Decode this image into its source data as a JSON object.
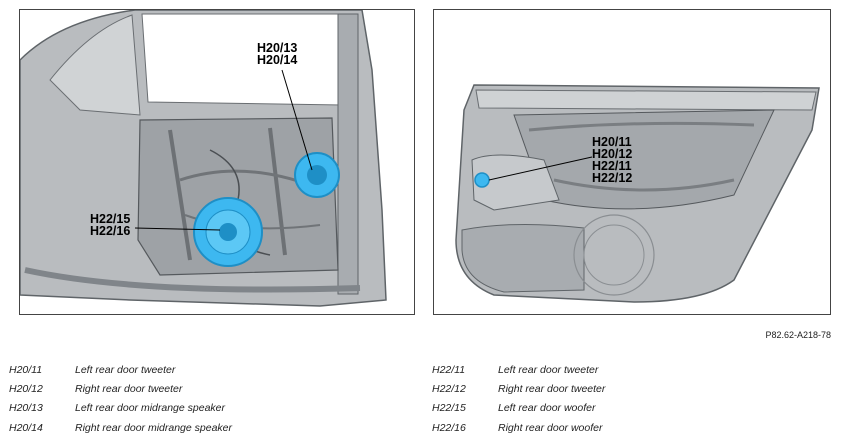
{
  "left_diagram": {
    "callout_top": [
      "H20/13",
      "H20/14"
    ],
    "callout_bottom": [
      "H22/15",
      "H22/16"
    ]
  },
  "right_diagram": {
    "callout": [
      "H20/11",
      "H20/12",
      "H22/11",
      "H22/12"
    ]
  },
  "reference": "P82.62-A218-78",
  "legend_left": [
    {
      "code": "H20/11",
      "desc": "Left rear door tweeter"
    },
    {
      "code": "H20/12",
      "desc": "Right rear door tweeter"
    },
    {
      "code": "H20/13",
      "desc": "Left rear door midrange speaker"
    },
    {
      "code": "H20/14",
      "desc": "Right rear door midrange speaker"
    }
  ],
  "legend_right": [
    {
      "code": "H22/11",
      "desc": "Left rear door tweeter"
    },
    {
      "code": "H22/12",
      "desc": "Right rear door tweeter"
    },
    {
      "code": "H22/15",
      "desc": "Left rear door woofer"
    },
    {
      "code": "H22/16",
      "desc": "Right rear door woofer"
    }
  ],
  "colors": {
    "speaker": "#3db8f0",
    "speaker_dark": "#1e8fc6",
    "door_fill": "#b9bcbf",
    "door_dark": "#7d8185",
    "door_light": "#d6d8da"
  }
}
